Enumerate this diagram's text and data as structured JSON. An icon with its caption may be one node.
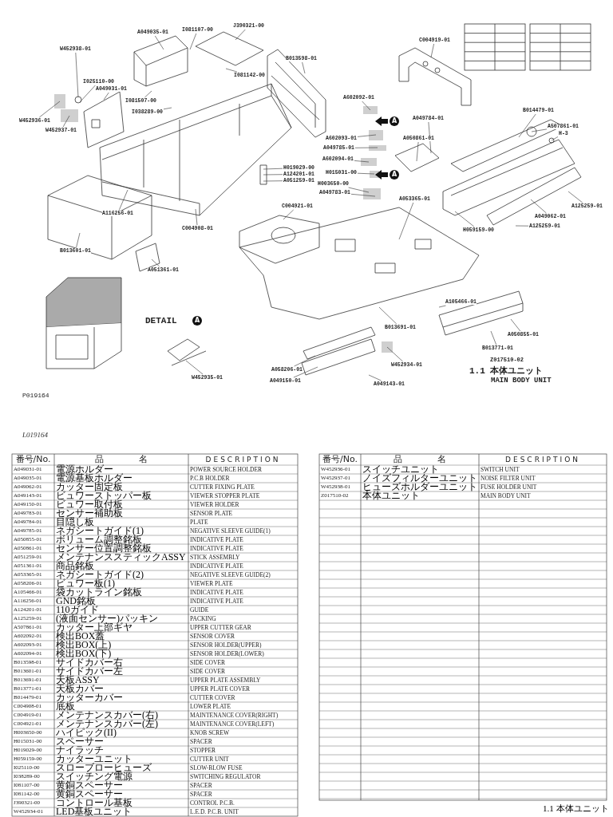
{
  "diagram": {
    "nodes": [
      {
        "text": [
          "A049035-01"
        ]
      },
      {
        "text": [
          "I081107-00"
        ]
      },
      {
        "text": [
          "J390321-00"
        ]
      },
      {
        "text": [
          "W452938-01"
        ]
      },
      {
        "text": [
          "I025110-00"
        ]
      },
      {
        "text": [
          "A049031-01"
        ]
      },
      {
        "text": [
          "I081507-00"
        ]
      },
      {
        "text": [
          "I038289-00"
        ]
      },
      {
        "text": [
          "I081142-00"
        ]
      },
      {
        "text": [
          "W452936-01"
        ]
      },
      {
        "text": [
          "W452937-01"
        ]
      },
      {
        "text": [
          "B013598-01"
        ]
      },
      {
        "text": [
          "C004919-01"
        ]
      },
      {
        "text": [
          "A602092-01"
        ]
      },
      {
        "text": [
          "A049784-01"
        ]
      },
      {
        "text": [
          "A050861-01"
        ]
      },
      {
        "text": [
          "A602093-01"
        ]
      },
      {
        "text": [
          "A049785-01"
        ]
      },
      {
        "text": [
          "A602094-01"
        ]
      },
      {
        "text": [
          "H019029-00"
        ]
      },
      {
        "text": [
          "A124201-01"
        ]
      },
      {
        "text": [
          "A051259-01"
        ]
      },
      {
        "text": [
          "H015031-00"
        ]
      },
      {
        "text": [
          "H003650-00"
        ]
      },
      {
        "text": [
          "A049783-01"
        ]
      },
      {
        "text": [
          "C004921-01"
        ]
      },
      {
        "text": [
          "A053365-01"
        ]
      },
      {
        "text": [
          "B014479-01"
        ]
      },
      {
        "text": [
          "A507861-01"
        ]
      },
      {
        "text": [
          "H-3"
        ]
      },
      {
        "text": [
          "A116256-01"
        ]
      },
      {
        "text": [
          "C004908-01"
        ]
      },
      {
        "text": [
          "A125259-01"
        ]
      },
      {
        "text": [
          "A049062-01"
        ]
      },
      {
        "text": [
          "A125259-01"
        ]
      },
      {
        "text": [
          "H059159-00"
        ]
      },
      {
        "text": [
          "B013601-01"
        ]
      },
      {
        "text": [
          "A051361-01"
        ]
      },
      {
        "text": [
          "A105466-01"
        ]
      },
      {
        "text": [
          "B013691-01"
        ]
      },
      {
        "text": [
          "A050855-01"
        ]
      },
      {
        "text": [
          "B013771-01"
        ]
      },
      {
        "text": [
          "W452935-01"
        ]
      },
      {
        "text": [
          "W452934-01"
        ]
      },
      {
        "text": [
          "A058206-01"
        ]
      },
      {
        "text": [
          "A049150-01"
        ]
      },
      {
        "text": [
          "A049143-01"
        ]
      }
    ],
    "edges": [
      {
        "from": 0,
        "to": null,
        "arrow": "none"
      },
      {
        "from": 1,
        "to": null,
        "arrow": "none"
      },
      {
        "from": 2,
        "to": null,
        "arrow": "none"
      },
      {
        "from": 3,
        "to": null,
        "arrow": "none"
      },
      {
        "from": 4,
        "to": null,
        "arrow": "none"
      },
      {
        "from": 5,
        "to": null,
        "arrow": "none"
      },
      {
        "from": 6,
        "to": null,
        "arrow": "none"
      },
      {
        "from": 7,
        "to": null,
        "arrow": "none"
      },
      {
        "from": 8,
        "to": null,
        "arrow": "none"
      },
      {
        "from": 9,
        "to": null,
        "arrow": "none"
      },
      {
        "from": 10,
        "to": null,
        "arrow": "none"
      },
      {
        "from": 11,
        "to": null,
        "arrow": "none"
      },
      {
        "from": 12,
        "to": null,
        "arrow": "none"
      },
      {
        "from": 13,
        "to": null,
        "arrow": "none"
      },
      {
        "from": 14,
        "to": null,
        "arrow": "none"
      },
      {
        "from": 15,
        "to": null,
        "arrow": "none"
      },
      {
        "from": 16,
        "to": null,
        "arrow": "none"
      },
      {
        "from": 17,
        "to": null,
        "arrow": "none"
      },
      {
        "from": 18,
        "to": null,
        "arrow": "none"
      },
      {
        "from": 19,
        "to": null,
        "arrow": "none"
      },
      {
        "from": 20,
        "to": null,
        "arrow": "none"
      },
      {
        "from": 21,
        "to": null,
        "arrow": "none"
      },
      {
        "from": 22,
        "to": null,
        "arrow": "none"
      },
      {
        "from": 23,
        "to": null,
        "arrow": "none"
      },
      {
        "from": 24,
        "to": null,
        "arrow": "none"
      },
      {
        "from": 25,
        "to": null,
        "arrow": "none"
      },
      {
        "from": 26,
        "to": null,
        "arrow": "none"
      },
      {
        "from": 27,
        "to": null,
        "arrow": "none"
      },
      {
        "from": 28,
        "to": null,
        "arrow": "none"
      },
      {
        "from": 29,
        "to": null,
        "arrow": "none"
      },
      {
        "from": 30,
        "to": null,
        "arrow": "none"
      },
      {
        "from": 31,
        "to": null,
        "arrow": "none"
      },
      {
        "from": 32,
        "to": null,
        "arrow": "none"
      },
      {
        "from": 33,
        "to": null,
        "arrow": "none"
      },
      {
        "from": 34,
        "to": null,
        "arrow": "none"
      },
      {
        "from": 35,
        "to": null,
        "arrow": "none"
      },
      {
        "from": 36,
        "to": null,
        "arrow": "none"
      },
      {
        "from": 37,
        "to": null,
        "arrow": "none"
      },
      {
        "from": 38,
        "to": null,
        "arrow": "none"
      },
      {
        "from": 39,
        "to": null,
        "arrow": "none"
      },
      {
        "from": 40,
        "to": null,
        "arrow": "none"
      },
      {
        "from": 41,
        "to": null,
        "arrow": "none"
      },
      {
        "from": 42,
        "to": null,
        "arrow": "none"
      },
      {
        "from": 43,
        "to": null,
        "arrow": "none"
      },
      {
        "from": 44,
        "to": null,
        "arrow": "none"
      },
      {
        "from": 45,
        "to": null,
        "arrow": "none"
      },
      {
        "from": 46,
        "to": null,
        "arrow": "none"
      }
    ],
    "labels": [
      "A",
      "A",
      "DETAIL",
      "A",
      "Z017510-02",
      "1.1 本体ユニット",
      "MAIN BODY UNIT",
      "P019164",
      "L019164",
      "番号/No.",
      "品 名",
      "DESCRIPTION",
      "A049031-01",
      "電源ホルダー",
      "POWER SOURCE HOLDER",
      "A049035-01",
      "電源基板ホルダー",
      "P.C.B HOLDER",
      "A049062-01",
      "カッター固定板",
      "CUTTER FIXING PLATE",
      "A049143-01",
      "ビュワーストッパー板",
      "VIEWER STOPPER PLATE",
      "A049150-01",
      "ビュワー取付板",
      "VIEWER HOLDER",
      "A049783-01",
      "センサー補助板",
      "SENSOR PLATE",
      "A049784-01",
      "目隠し板",
      "PLATE",
      "A049785-01",
      "ネガシートガイド(1)",
      "NEGATIVE SLEEVE GUIDE(1)",
      "A050855-01",
      "ボリューム調整銘板",
      "INDICATIVE PLATE",
      "A050861-01",
      "センサー位置調整銘板",
      "INDICATIVE PLATE",
      "A051259-01",
      "メンテナンススティックASSY",
      "STICK ASSEMBLY",
      "A051361-01",
      "商品銘板",
      "INDICATIVE PLATE",
      "A053365-01",
      "ネガシートガイド(2)",
      "NEGATIVE SLEEVE GUIDE(2)",
      "A058206-01",
      "ビュワー板(1)",
      "VIEWER PLATE",
      "A105466-01",
      "袋カットライン銘板",
      "INDICATIVE PLATE",
      "A116256-01",
      "GND銘板",
      "INDICATIVE PLATE",
      "A124201-01",
      "110ガイド",
      "GUIDE",
      "A125259-01",
      "(液面センサー)パッキン",
      "PACKING",
      "A507861-01",
      "カッター上部ギヤ",
      "UPPER CUTTER GEAR",
      "A602092-01",
      "検出BOX蓋",
      "SENSOR COVER",
      "A602093-01",
      "検出BOX(上)",
      "SENSOR HOLDER(UPPER)",
      "A602094-01",
      "検出BOX(下)",
      "SENSOR HOLDER(LOWER)",
      "B013598-01",
      "サイドカバー右",
      "SIDE COVER",
      "B013601-01",
      "サイドカバー左",
      "SIDE COVER",
      "B013691-01",
      "天板ASSY",
      "UPPER PLATE ASSEMBLY",
      "B013771-01",
      "天板カバー",
      "UPPER PLATE COVER",
      "B014479-01",
      "カッターカバー",
      "CUTTER COVER",
      "C004908-01",
      "底板",
      "LOWER PLATE",
      "C004919-01",
      "メンテナンスカバー(右)",
      "MAINTENANCE COVER(RIGHT)",
      "C004921-01",
      "メンテナンスカバー(左)",
      "MAINTENANCE COVER(LEFT)",
      "H003650-00",
      "ハイピック(II)",
      "KNOB SCREW",
      "H015031-00",
      "スペーサー",
      "SPACER",
      "H019029-00",
      "ナイラッチ",
      "STOPPER",
      "H059159-00",
      "カッターユニット",
      "CUTTER UNIT",
      "I025110-00",
      "スローブローヒューズ",
      "SLOW-BLOW FUSE",
      "I038289-00",
      "スイッチング電源",
      "SWITCHING REGULATOR",
      "I081107-00",
      "黄銅スペーサー",
      "SPACER",
      "I081142-00",
      "黄銅スペーサー",
      "SPACER",
      "J390321-00",
      "コントロール基板",
      "CONTROL P.C.B.",
      "W452934-01",
      "LED基板ユニット",
      "L.E.D. P.C.B. UNIT",
      "番号/No.",
      "品 名",
      "DESCRIPTION",
      "W452936-01",
      "スイッチユニット",
      "SWITCH UNIT",
      "W452937-01",
      "ノイズフィルターユニット",
      "NOISE FILTER UNIT",
      "W452938-01",
      "ヒューズホルダーユニット",
      "FUSE HOLDER UNIT",
      "Z017510-02",
      "本体ユニット",
      "MAIN BODY UNIT",
      "1.1 本体ユニット"
    ]
  }
}
